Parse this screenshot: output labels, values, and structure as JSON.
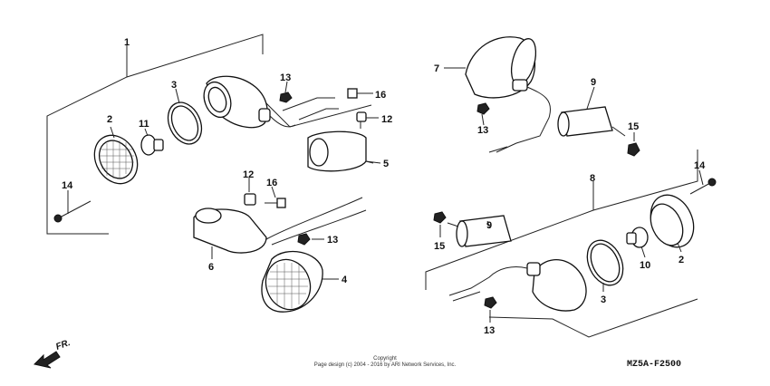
{
  "callouts": {
    "c1": "1",
    "c2a": "2",
    "c3a": "3",
    "c11": "11",
    "c13a": "13",
    "c16a": "16",
    "c12a": "12",
    "c5": "5",
    "c14a": "14",
    "c12b": "12",
    "c16b": "16",
    "c13b": "13",
    "c6": "6",
    "c4": "4",
    "c7": "7",
    "c9a": "9",
    "c13c": "13",
    "c15a": "15",
    "c8": "8",
    "c14b": "14",
    "c9b": "9",
    "c15b": "15",
    "c2b": "2",
    "c10": "10",
    "c3b": "3",
    "c13d": "13"
  },
  "copyright": {
    "line1": "Copyright",
    "line2": "Page design (c) 2004 - 2016 by ARI Network Services, Inc."
  },
  "diagram_code": "MZ5A-F2500",
  "direction_label": "FR.",
  "colors": {
    "ink": "#111111",
    "paper": "#ffffff"
  }
}
